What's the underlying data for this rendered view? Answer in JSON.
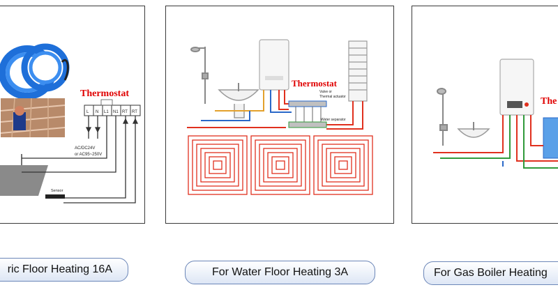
{
  "panels": [
    {
      "thermostat_label": "Thermostat",
      "terminals": [
        "L",
        "N",
        "L1",
        "N1",
        "RT",
        "RT"
      ],
      "power_label_1": "AC/DC24V",
      "power_label_2": "or AC95~250V",
      "sensor_label": "Sensor",
      "caption": "ric Floor Heating 16A"
    },
    {
      "thermostat_label": "Thermostat",
      "valve_label_1": "Valve or",
      "valve_label_2": "Thermal actuator",
      "separator_label": "Water separator",
      "caption": "For Water Floor Heating 3A"
    },
    {
      "thermostat_label": "The",
      "caption": "For Gas Boiler Heating"
    }
  ],
  "colors": {
    "border": "#3a3a3a",
    "thermostat_text": "#e00000",
    "pipe_red": "#e0301e",
    "pipe_orange": "#e3a12c",
    "pipe_blue": "#2a68c8",
    "pipe_green": "#2f9a3a",
    "cable_blue": "#1e6fd9",
    "pill_border": "#6b86b8"
  }
}
